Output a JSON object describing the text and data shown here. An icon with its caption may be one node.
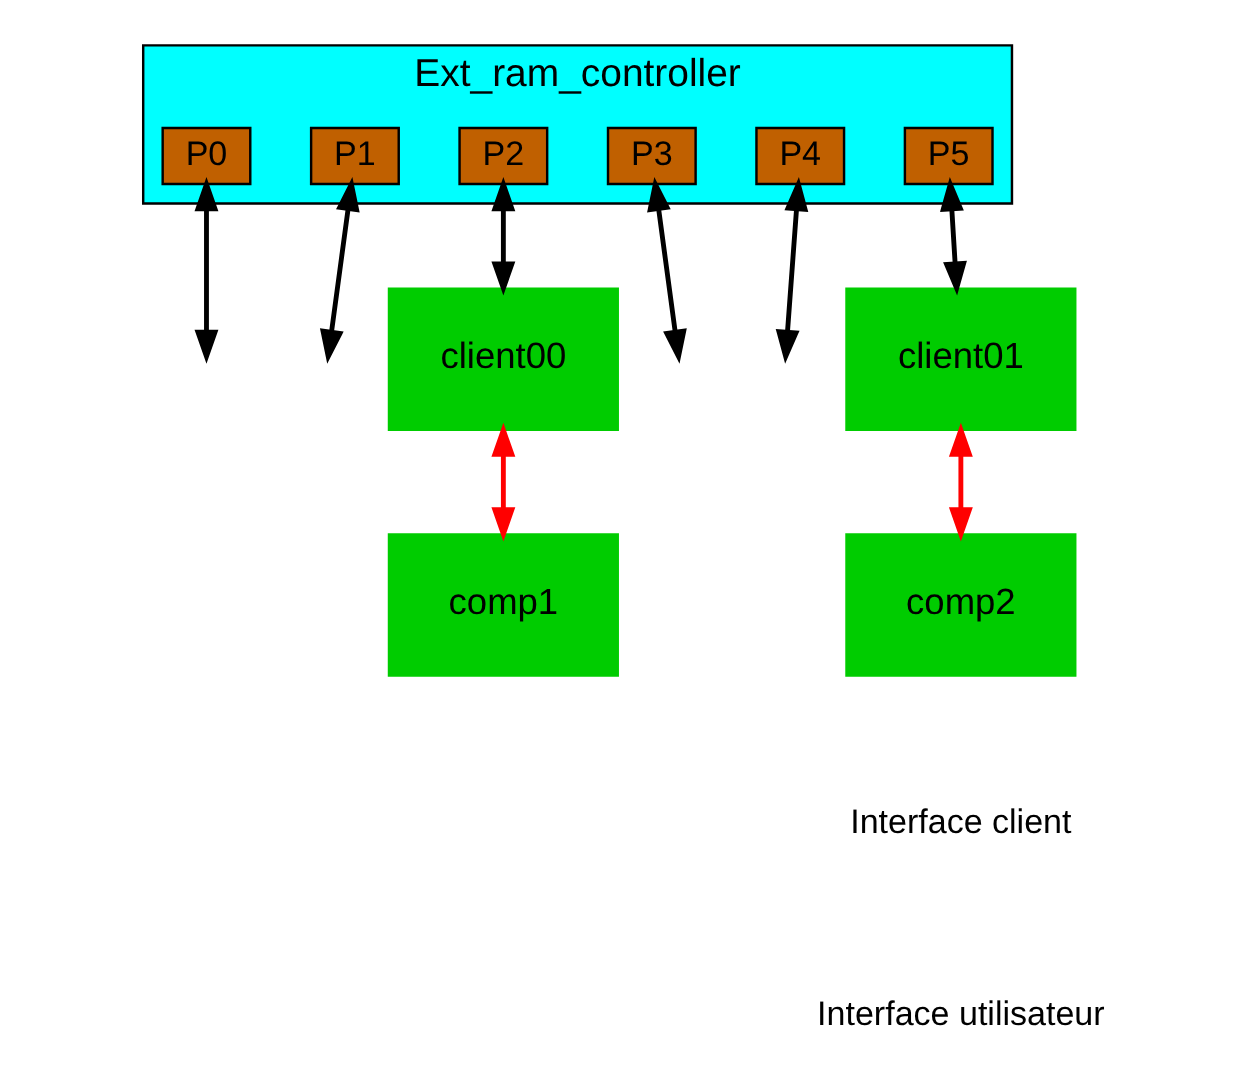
{
  "diagram": {
    "nodes": [
      {
        "text": [
          "Ext_ram_controller"
        ]
      },
      {
        "text": [
          "P0"
        ],
        "in": 0
      },
      {
        "text": [
          "P1"
        ],
        "in": 0
      },
      {
        "text": [
          "P2"
        ],
        "in": 0
      },
      {
        "text": [
          "P3"
        ],
        "in": 0
      },
      {
        "text": [
          "P4"
        ],
        "in": 0
      },
      {
        "text": [
          "P5"
        ],
        "in": 0
      },
      {
        "text": [
          "client00"
        ]
      },
      {
        "text": [
          "comp1"
        ]
      },
      {
        "text": [
          "client01"
        ]
      },
      {
        "text": [
          "comp2"
        ]
      }
    ],
    "edges": [
      {
        "from": 1,
        "to": null,
        "arrow": "both"
      },
      {
        "from": 2,
        "to": null,
        "arrow": "both"
      },
      {
        "from": 3,
        "to": 7,
        "arrow": "both"
      },
      {
        "from": 4,
        "to": null,
        "arrow": "both"
      },
      {
        "from": 5,
        "to": null,
        "arrow": "both"
      },
      {
        "from": 6,
        "to": 9,
        "arrow": "both"
      },
      {
        "from": 7,
        "to": 8,
        "arrow": "both",
        "color": "#ff0000"
      },
      {
        "from": 9,
        "to": 10,
        "arrow": "both",
        "color": "#ff0000"
      }
    ],
    "legend": [
      {
        "text": "Interface client"
      },
      {
        "text": "Interface utilisateur"
      }
    ]
  }
}
